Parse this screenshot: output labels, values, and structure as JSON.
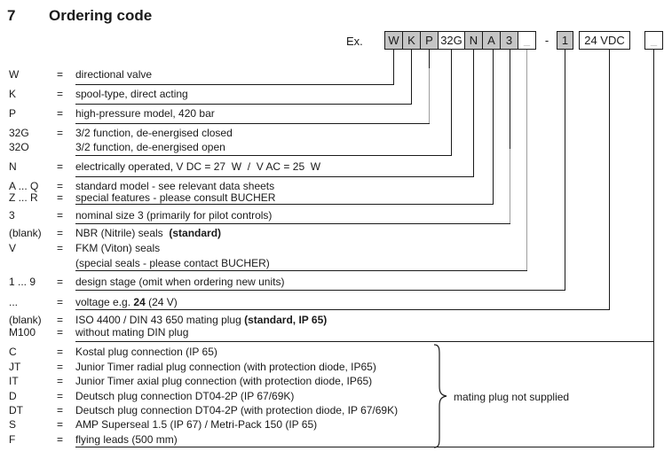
{
  "page": {
    "title_number": "7",
    "title": "Ordering code",
    "example_label": "Ex.",
    "separator": "-"
  },
  "colors": {
    "box_fill": "#c5c5c5",
    "line": "#1a1a1a",
    "muted": "#9e9e9e"
  },
  "code_boxes": [
    {
      "label": "W"
    },
    {
      "label": "K"
    },
    {
      "label": "P"
    },
    {
      "label": "32G"
    },
    {
      "label": "N"
    },
    {
      "label": "A"
    },
    {
      "label": "3"
    },
    {
      "label": "_"
    },
    {
      "label": "1"
    },
    {
      "label": "24 VDC"
    },
    {
      "label": "_"
    }
  ],
  "rows": [
    {
      "code": "W",
      "eq": "=",
      "d1": "directional valve",
      "b": "",
      "d2": ""
    },
    {
      "code": "K",
      "eq": "=",
      "d1": "spool-type, direct acting",
      "b": "",
      "d2": ""
    },
    {
      "code": "P",
      "eq": "=",
      "d1": "high-pressure model, 420 bar",
      "b": "",
      "d2": ""
    },
    {
      "code": "32G",
      "eq": "=",
      "d1": "3/2 function, de-energised closed",
      "b": "",
      "d2": ""
    },
    {
      "code": "32O",
      "eq": "",
      "d1": "3/2 function, de-energised open",
      "b": "",
      "d2": ""
    },
    {
      "code": "N",
      "eq": "=",
      "d1": "electrically operated, V DC = 27  W  /  V AC = 25  W",
      "b": "",
      "d2": ""
    },
    {
      "code": "A ... Q",
      "eq": "=",
      "d1": "standard model - see relevant data sheets",
      "b": "",
      "d2": ""
    },
    {
      "code": "Z ... R",
      "eq": "=",
      "d1": "special features - please consult BUCHER",
      "b": "",
      "d2": ""
    },
    {
      "code": "3",
      "eq": "=",
      "d1": "nominal size 3 (primarily for pilot controls)",
      "b": "",
      "d2": ""
    },
    {
      "code": "(blank)",
      "eq": "=",
      "d1": "NBR (Nitrile) seals  ",
      "b": "(standard)",
      "d2": ""
    },
    {
      "code": "V",
      "eq": "=",
      "d1": "FKM (Viton) seals",
      "b": "",
      "d2": ""
    },
    {
      "code": "",
      "eq": "",
      "d1": "(special seals - please contact BUCHER)",
      "b": "",
      "d2": ""
    },
    {
      "code": "1 ... 9",
      "eq": "=",
      "d1": "design stage (omit when ordering new units)",
      "b": "",
      "d2": ""
    },
    {
      "code": "...",
      "eq": "=",
      "d1": "voltage e.g. ",
      "b": "24",
      "d2": " (24 V)"
    },
    {
      "code": "(blank)",
      "eq": "=",
      "d1": "ISO 4400 / DIN 43 650 mating plug ",
      "b": "(standard, IP 65)",
      "d2": ""
    },
    {
      "code": "M100",
      "eq": "=",
      "d1": "without mating DIN plug",
      "b": "",
      "d2": ""
    },
    {
      "code": "C",
      "eq": "=",
      "d1": "Kostal plug connection (IP 65)",
      "b": "",
      "d2": ""
    },
    {
      "code": "JT",
      "eq": "=",
      "d1": "Junior Timer radial plug connection (with protection diode, IP65)",
      "b": "",
      "d2": ""
    },
    {
      "code": "IT",
      "eq": "=",
      "d1": "Junior Timer axial plug connection (with protection diode, IP65)",
      "b": "",
      "d2": ""
    },
    {
      "code": "D",
      "eq": "=",
      "d1": "Deutsch plug connection DT04-2P (IP 67/69K)",
      "b": "",
      "d2": ""
    },
    {
      "code": "DT",
      "eq": "=",
      "d1": "Deutsch plug connection DT04-2P (with protection diode, IP 67/69K)",
      "b": "",
      "d2": ""
    },
    {
      "code": "S",
      "eq": "=",
      "d1": "AMP Superseal 1.5 (IP 67) / Metri-Pack 150 (IP 65)",
      "b": "",
      "d2": ""
    },
    {
      "code": "F",
      "eq": "=",
      "d1": "flying leads (500 mm)",
      "b": "",
      "d2": ""
    }
  ],
  "brace_note": "mating plug not supplied"
}
